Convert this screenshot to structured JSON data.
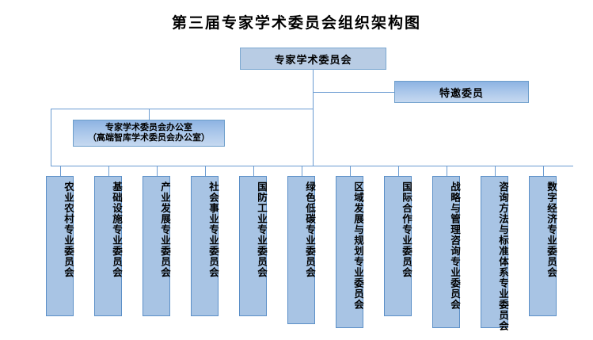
{
  "title": "第三届专家学术委员会组织架构图",
  "colors": {
    "box_fill_light": "#b8cce4",
    "box_fill_vertical": "#a8c4e4",
    "gradient_top": "#8db3e2",
    "gradient_bottom": "#c6d9f0",
    "border": "#6d9ecb",
    "connector": "#6a9bd1",
    "text": "#000000",
    "background": "#ffffff"
  },
  "nodes": {
    "root": {
      "label": "专家学术委员会"
    },
    "invited": {
      "label": "特邀委员"
    },
    "office": {
      "line1": "专家学术委员会办公室",
      "line2": "（高端智库学术委员会办公室）"
    }
  },
  "committees": [
    {
      "label": "农业农村专业委员会"
    },
    {
      "label": "基础设施专业委员会"
    },
    {
      "label": "产业发展专业委员会"
    },
    {
      "label": "社会事业专业委员会"
    },
    {
      "label": "国防工业专业委员会"
    },
    {
      "label": "绿色低碳专业委员会"
    },
    {
      "label": "区域发展与规划专业委员会"
    },
    {
      "label": "国际合作专业委员会"
    },
    {
      "label": "战略与管理咨询专业委员会"
    },
    {
      "label": "咨询方法与标准体系专业委员会"
    },
    {
      "label": "数字经济专业委员会"
    }
  ]
}
